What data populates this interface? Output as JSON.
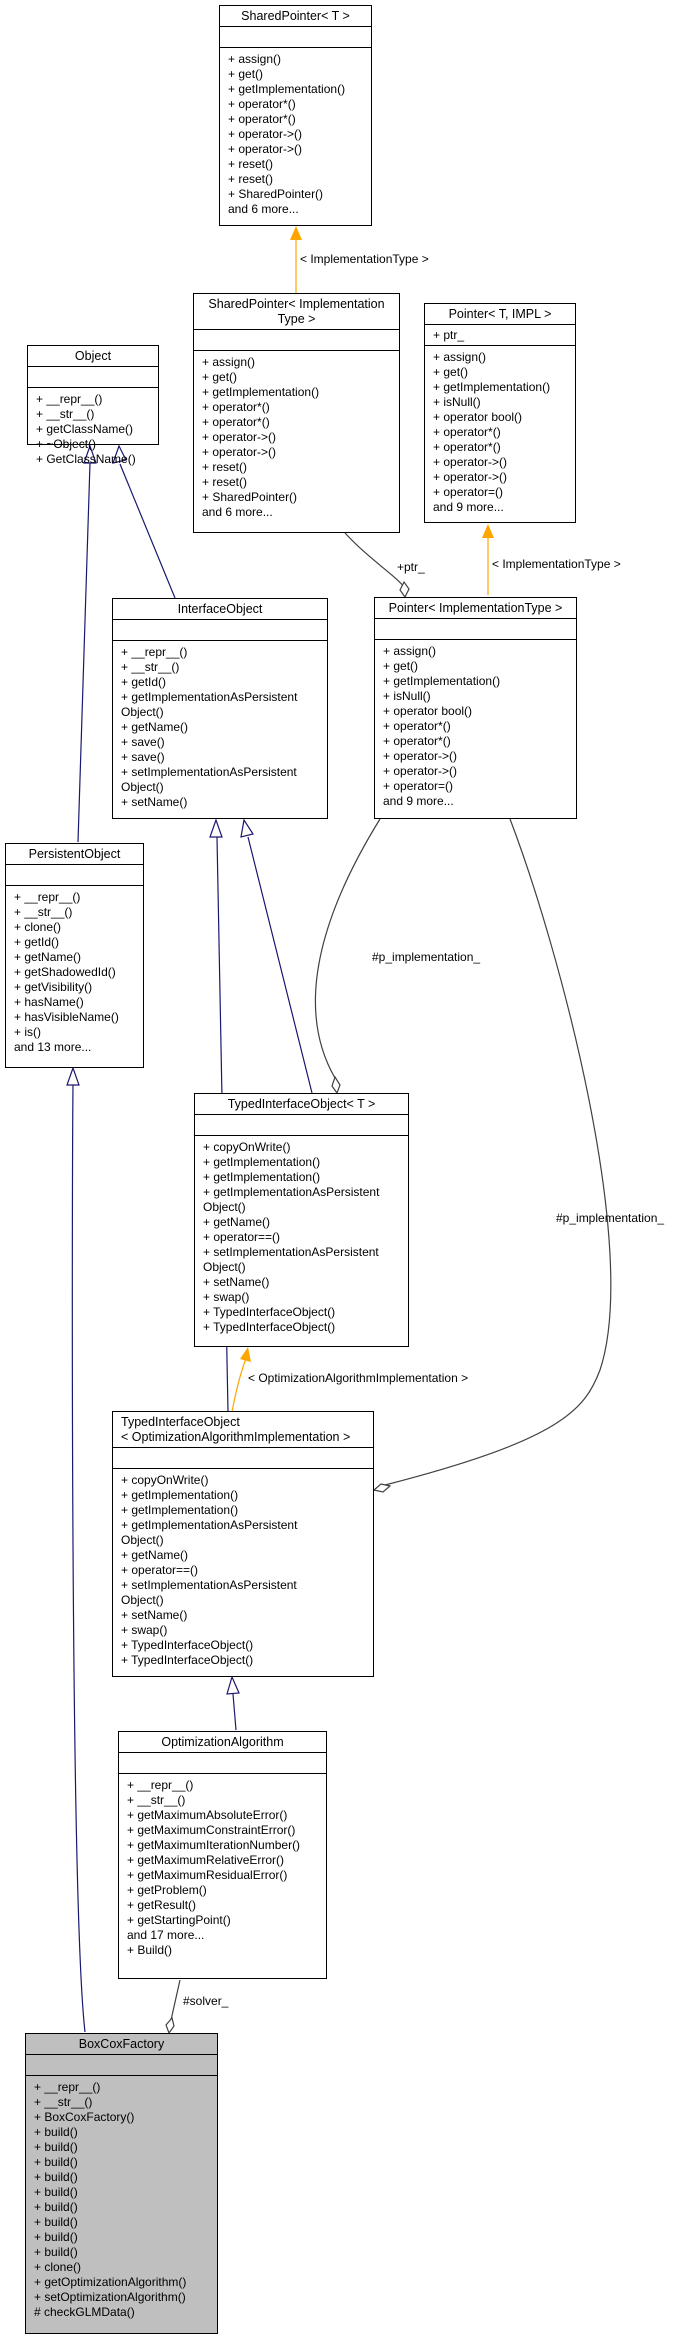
{
  "nodes": {
    "shared_pointer_t": {
      "title": "SharedPointer< T >",
      "attrs": [],
      "ops": [
        "+ assign()",
        "+ get()",
        "+ getImplementation()",
        "+ operator*()",
        "+ operator*()",
        "+ operator->()",
        "+ operator->()",
        "+ reset()",
        "+ reset()",
        "+ SharedPointer()",
        "and 6 more..."
      ]
    },
    "shared_pointer_impl": {
      "title": "SharedPointer< Implementation\nType >",
      "attrs": [],
      "ops": [
        "+ assign()",
        "+ get()",
        "+ getImplementation()",
        "+ operator*()",
        "+ operator*()",
        "+ operator->()",
        "+ operator->()",
        "+ reset()",
        "+ reset()",
        "+ SharedPointer()",
        "and 6 more..."
      ]
    },
    "pointer_t_impl": {
      "title": "Pointer< T, IMPL >",
      "attrs": [
        "+ ptr_"
      ],
      "ops": [
        "+ assign()",
        "+ get()",
        "+ getImplementation()",
        "+ isNull()",
        "+ operator bool()",
        "+ operator*()",
        "+ operator*()",
        "+ operator->()",
        "+ operator->()",
        "+ operator=()",
        "and 9 more..."
      ]
    },
    "object": {
      "title": "Object",
      "attrs": [],
      "ops": [
        "+ __repr__()",
        "+ __str__()",
        "+ getClassName()",
        "+ ~Object()",
        "+ GetClassName()"
      ]
    },
    "interface_object": {
      "title": "InterfaceObject",
      "attrs": [],
      "ops": [
        "+ __repr__()",
        "+ __str__()",
        "+ getId()",
        "+ getImplementationAsPersistent",
        "Object()",
        "+ getName()",
        "+ save()",
        "+ save()",
        "+ setImplementationAsPersistent",
        "Object()",
        "+ setName()"
      ]
    },
    "pointer_impl": {
      "title": "Pointer< ImplementationType >",
      "attrs": [],
      "ops": [
        "+ assign()",
        "+ get()",
        "+ getImplementation()",
        "+ isNull()",
        "+ operator bool()",
        "+ operator*()",
        "+ operator*()",
        "+ operator->()",
        "+ operator->()",
        "+ operator=()",
        "and 9 more..."
      ]
    },
    "persistent_object": {
      "title": "PersistentObject",
      "attrs": [],
      "ops": [
        "+ __repr__()",
        "+ __str__()",
        "+ clone()",
        "+ getId()",
        "+ getName()",
        "+ getShadowedId()",
        "+ getVisibility()",
        "+ hasName()",
        "+ hasVisibleName()",
        "+ is()",
        "and 13 more..."
      ]
    },
    "typed_interface_object_t": {
      "title": "TypedInterfaceObject< T >",
      "attrs": [],
      "ops": [
        "+ copyOnWrite()",
        "+ getImplementation()",
        "+ getImplementation()",
        "+ getImplementationAsPersistent",
        "Object()",
        "+ getName()",
        "+ operator==()",
        "+ setImplementationAsPersistent",
        "Object()",
        "+ setName()",
        "+ swap()",
        "+ TypedInterfaceObject()",
        "+ TypedInterfaceObject()"
      ]
    },
    "typed_interface_object_oai": {
      "title": "TypedInterfaceObject\n< OptimizationAlgorithmImplementation >",
      "attrs": [],
      "ops": [
        "+ copyOnWrite()",
        "+ getImplementation()",
        "+ getImplementation()",
        "+ getImplementationAsPersistent",
        "Object()",
        "+ getName()",
        "+ operator==()",
        "+ setImplementationAsPersistent",
        "Object()",
        "+ setName()",
        "+ swap()",
        "+ TypedInterfaceObject()",
        "+ TypedInterfaceObject()"
      ]
    },
    "optimization_algorithm": {
      "title": "OptimizationAlgorithm",
      "attrs": [],
      "ops": [
        "+ __repr__()",
        "+ __str__()",
        "+ getMaximumAbsoluteError()",
        "+ getMaximumConstraintError()",
        "+ getMaximumIterationNumber()",
        "+ getMaximumRelativeError()",
        "+ getMaximumResidualError()",
        "+ getProblem()",
        "+ getResult()",
        "+ getStartingPoint()",
        "and 17 more...",
        "+ Build()"
      ]
    },
    "box_cox_factory": {
      "title": "BoxCoxFactory",
      "attrs": [],
      "ops": [
        "+ __repr__()",
        "+ __str__()",
        "+ BoxCoxFactory()",
        "+ build()",
        "+ build()",
        "+ build()",
        "+ build()",
        "+ build()",
        "+ build()",
        "+ build()",
        "+ build()",
        "+ build()",
        "+ clone()",
        "+ getOptimizationAlgorithm()",
        "+ setOptimizationAlgorithm()",
        "# checkGLMData()"
      ]
    }
  },
  "edge_labels": {
    "implementation_type": "< ImplementationType >",
    "ptr": "+ptr_",
    "implementation_type_2": "< ImplementationType >",
    "p_implementation_1": "#p_implementation_",
    "p_implementation_2": "#p_implementation_",
    "oai": "< OptimizationAlgorithmImplementation >",
    "solver": "#solver_"
  },
  "colors": {
    "inheritance": "#191970",
    "template": "#ffa500",
    "usage": "#404040",
    "highlight_fill": "#bfbfbf"
  }
}
